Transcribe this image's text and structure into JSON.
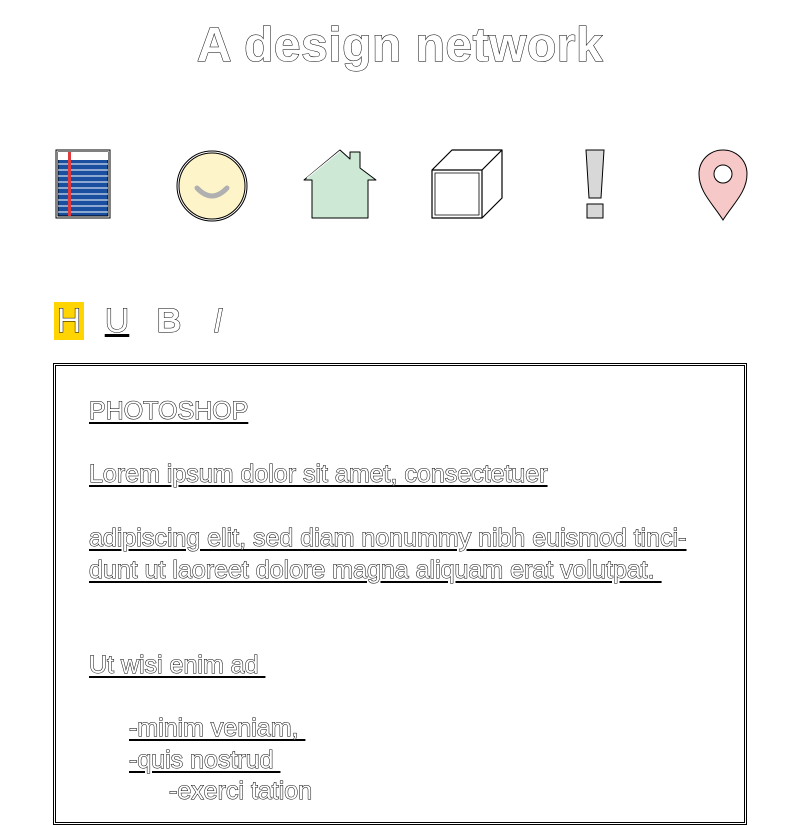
{
  "header": {
    "title": "A design network"
  },
  "icons": [
    {
      "name": "notebook-icon",
      "color": "#1a4fa0"
    },
    {
      "name": "smiley-icon",
      "color": "#fdf5c9"
    },
    {
      "name": "house-icon",
      "color": "#cde8d5"
    },
    {
      "name": "cube-icon",
      "color": "#ffffff"
    },
    {
      "name": "exclamation-icon",
      "color": "#d8d8d8"
    },
    {
      "name": "map-pin-icon",
      "color": "#f6c8c8"
    }
  ],
  "toolbar": {
    "heading": "H",
    "underline": "U",
    "bold": "B",
    "italic": "I",
    "active_color": "#ffd400"
  },
  "editor": {
    "lines": [
      "PHOTOSHOP",
      "Lorem ipsum dolor sit amet, consectetuer",
      "adipiscing elit, sed diam nonummy nibh euismod tinci-",
      "dunt ut laoreet dolore magna aliquam erat volutpat. ",
      "Ut wisi enim ad ",
      "-minim veniam, ",
      "-quis nostrud ",
      "-exerci tation"
    ]
  }
}
